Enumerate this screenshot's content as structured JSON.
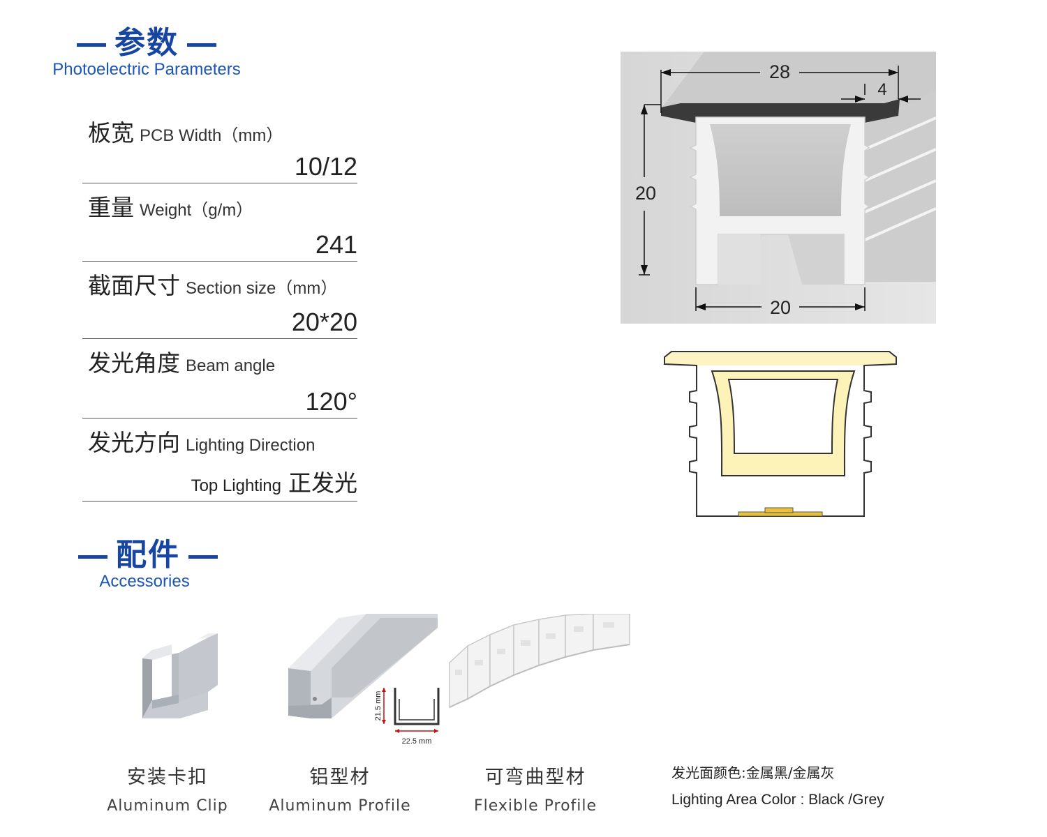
{
  "params_section": {
    "title_cn": "参数",
    "title_en": "Photoelectric Parameters"
  },
  "parameters": [
    {
      "label_cn": "板宽",
      "label_en": "PCB Width（mm）",
      "value": "10/12"
    },
    {
      "label_cn": "重量",
      "label_en": "Weight（g/m）",
      "value": "241"
    },
    {
      "label_cn": "截面尺寸",
      "label_en": "Section size（mm）",
      "value": "20*20"
    },
    {
      "label_cn": "发光角度",
      "label_en": "Beam angle",
      "value": "120°"
    },
    {
      "label_cn": "发光方向",
      "label_en": "Lighting Direction",
      "value_en": "Top Lighting",
      "value_cn": "正发光"
    }
  ],
  "dimensions": {
    "top_width": "28",
    "lip": "4",
    "height": "20",
    "bottom_width": "20"
  },
  "accessories_section": {
    "title_cn": "配件",
    "title_en": "Accessories"
  },
  "accessories": [
    {
      "name_cn": "安装卡扣",
      "name_en": "Aluminum Clip"
    },
    {
      "name_cn": "铝型材",
      "name_en": "Aluminum Profile"
    },
    {
      "name_cn": "可弯曲型材",
      "name_en": "Flexible Profile"
    }
  ],
  "profile_dims": {
    "height": "21.5 mm",
    "width": "22.5 mm"
  },
  "color_note": {
    "cn": "发光面颜色:金属黑/金属灰",
    "en": "Lighting Area Color : Black /Grey"
  }
}
